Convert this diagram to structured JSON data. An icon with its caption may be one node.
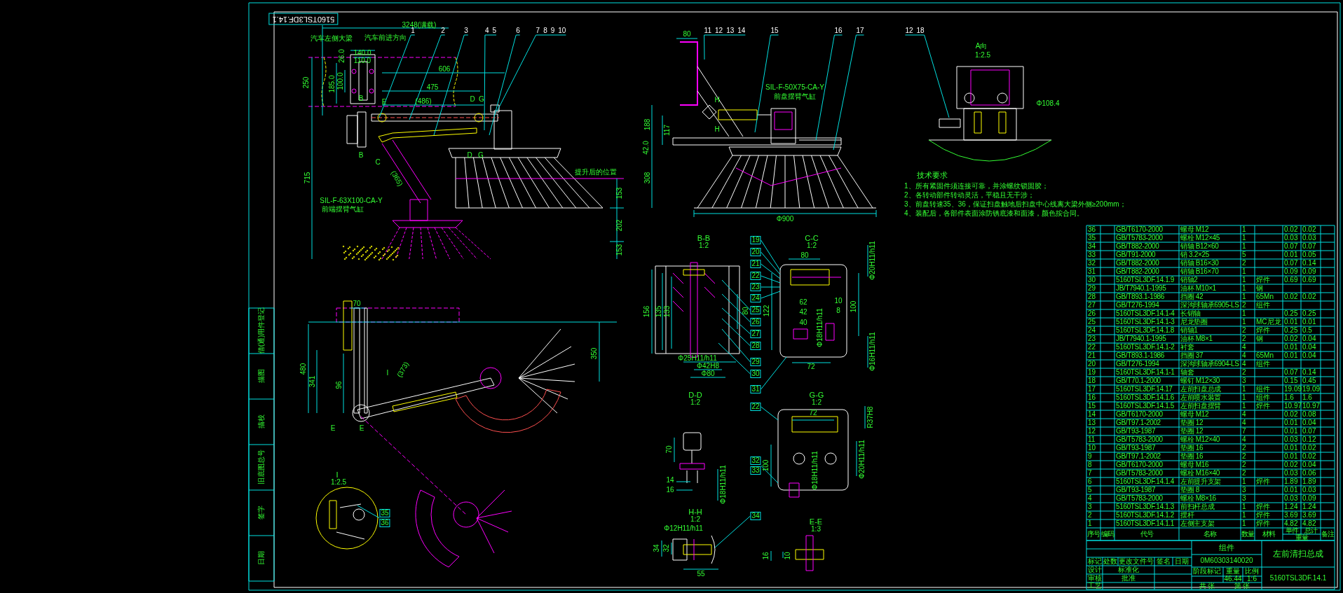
{
  "diagram": {
    "nodes": [
      {
        "text": [
          "1"
        ]
      },
      {
        "text": [
          "2"
        ]
      },
      {
        "text": [
          "3"
        ]
      },
      {
        "text": [
          "4",
          "5"
        ]
      },
      {
        "text": [
          "6"
        ]
      },
      {
        "text": [
          "7",
          "8",
          "9",
          "10"
        ]
      },
      {
        "text": [
          "11",
          "12",
          "13",
          "14"
        ]
      },
      {
        "text": [
          "15"
        ]
      },
      {
        "text": [
          "16"
        ]
      },
      {
        "text": [
          "17"
        ]
      },
      {
        "text": [
          "12",
          "18"
        ]
      },
      {
        "text": [
          "19"
        ]
      },
      {
        "text": [
          "20"
        ]
      },
      {
        "text": [
          "21"
        ]
      },
      {
        "text": [
          "22"
        ]
      },
      {
        "text": [
          "23"
        ]
      },
      {
        "text": [
          "24"
        ]
      },
      {
        "text": [
          "25"
        ]
      },
      {
        "text": [
          "26"
        ]
      },
      {
        "text": [
          "27"
        ]
      },
      {
        "text": [
          "28"
        ]
      },
      {
        "text": [
          "29"
        ]
      },
      {
        "text": [
          "30"
        ]
      },
      {
        "text": [
          "31"
        ]
      },
      {
        "text": [
          "22"
        ]
      },
      {
        "text": [
          "32",
          "33"
        ]
      },
      {
        "text": [
          "34"
        ]
      },
      {
        "text": [
          "35",
          "36"
        ]
      },
      {
        "text": [],
        "shape": "picture"
      },
      {
        "text": [],
        "shape": "picture"
      },
      {
        "text": [],
        "shape": "picture"
      }
    ],
    "edges": [
      {
        "from": 0,
        "to": null,
        "arrow": "none"
      },
      {
        "from": 1,
        "to": null,
        "arrow": "none"
      },
      {
        "from": 2,
        "to": null,
        "arrow": "none"
      },
      {
        "from": 3,
        "to": null,
        "arrow": "none"
      },
      {
        "from": 4,
        "to": null,
        "arrow": "none"
      },
      {
        "from": 5,
        "to": null,
        "arrow": "none"
      },
      {
        "from": 6,
        "to": null,
        "arrow": "none"
      },
      {
        "from": 7,
        "to": null,
        "arrow": "none"
      },
      {
        "from": 8,
        "to": null,
        "arrow": "none"
      },
      {
        "from": 9,
        "to": null,
        "arrow": "none"
      },
      {
        "from": 10,
        "to": null,
        "arrow": "none"
      },
      {
        "from": 11,
        "to": 28,
        "arrow": "none"
      },
      {
        "from": 12,
        "to": 28,
        "arrow": "none"
      },
      {
        "from": 13,
        "to": 28,
        "arrow": "none"
      },
      {
        "from": 14,
        "to": 28,
        "arrow": "none"
      },
      {
        "from": 15,
        "to": 28,
        "arrow": "none"
      },
      {
        "from": 16,
        "to": 28,
        "arrow": "none"
      },
      {
        "from": 17,
        "to": null,
        "arrow": "none"
      },
      {
        "from": 18,
        "to": null,
        "arrow": "none"
      },
      {
        "from": 19,
        "to": null,
        "arrow": "none"
      },
      {
        "from": 20,
        "to": null,
        "arrow": "none"
      },
      {
        "from": 21,
        "to": null,
        "arrow": "none"
      },
      {
        "from": 22,
        "to": null,
        "arrow": "none"
      },
      {
        "from": 23,
        "to": 28,
        "arrow": "none"
      },
      {
        "from": 24,
        "to": 29,
        "arrow": "none"
      },
      {
        "from": 25,
        "to": 29,
        "arrow": "none"
      },
      {
        "from": 26,
        "to": 30,
        "arrow": "none"
      },
      {
        "from": 27,
        "to": null,
        "arrow": "none"
      }
    ],
    "labels": [
      "5160TSL3DF.14.1",
      "3248(满载)",
      "汽车左侧大梁",
      "汽车前进方向",
      "140.0",
      "110.0",
      "26.0",
      "185.0",
      "100.0",
      "250",
      "606",
      "475",
      "(486)",
      "715",
      "(365)",
      "SIL-F-63X100-CA-Y",
      "前端摆臂气缸",
      "提升后的位置",
      "153",
      "202",
      "153",
      "B",
      "E",
      "D",
      "G",
      "B",
      "C",
      "D",
      "G",
      "80",
      "H",
      "SIL-F-50X75-CA-Y",
      "前盘摆臂气缸",
      "H",
      "188",
      "117",
      "42.0",
      "308",
      "Φ900",
      "A向",
      "1:2.5",
      "Φ108.4",
      "技术要求",
      "1、所有紧固件须连接可靠，并涂螺纹锁固胶；",
      "2、各转动部件转动灵活，平稳且无干涉；",
      "3、前盘转速35、36，保证扫盘触地后扫盘中心线离大梁外侧≥200mm；",
      "4、装配后，各部件表面涂防锈底漆和面漆，颜色按合同。",
      "70",
      "480",
      "341",
      "96",
      "I",
      "(373)",
      "350",
      "E",
      "E",
      "I",
      "1:2.5",
      "B-B",
      "1:2",
      "156",
      "135",
      "133",
      "80",
      "Φ25H11/h11",
      "Φ42H8",
      "Φ80",
      "C-C",
      "1:2",
      "80",
      "Φ20H11/h11",
      "62",
      "10",
      "42",
      "8",
      "40",
      "122",
      "Φ18H11/h11",
      "100",
      "Φ16H11/h11",
      "72",
      "D-D",
      "1:2",
      "70",
      "14",
      "16",
      "Φ18H11/h11",
      "G-G",
      "1:2",
      "72",
      "R37H8",
      "100",
      "Φ18H11/h11",
      "Φ20H11/h11",
      "H-H",
      "1:2",
      "Φ12H11/h11",
      "34",
      "32",
      "55",
      "E-E",
      "1:3",
      "16",
      "10",
      "序号",
      "编码",
      "代号",
      "名称",
      "数量",
      "材料",
      "单件",
      "总计",
      "重量",
      "备注",
      "36",
      "GB/T6170-2000",
      "螺母 M12",
      "1",
      "0.02",
      "0.02",
      "35",
      "GB/T5783-2000",
      "螺栓 M12×45",
      "1",
      "0.03",
      "0.03",
      "34",
      "GB/T882-2000",
      "销轴 B12×60",
      "1",
      "0.07",
      "0.07",
      "33",
      "GB/T91-2000",
      "销 3.2×25",
      "5",
      "0.01",
      "0.05",
      "32",
      "GB/T882-2000",
      "销轴 B16×30",
      "2",
      "0.07",
      "0.14",
      "31",
      "GB/T882-2000",
      "销轴 B16×70",
      "1",
      "0.09",
      "0.09",
      "30",
      "5160TSL3DF.14.1.9",
      "销轴2",
      "1",
      "焊件",
      "0.69",
      "0.69",
      "29",
      "JB/T7940.1-1995",
      "油杯 M10×1",
      "1",
      "钢",
      "28",
      "GB/T893.1-1986",
      "挡圈 42",
      "1",
      "65Mn",
      "0.02",
      "0.02",
      "27",
      "GB/T276-1994",
      "深沟球轴承6905-LS",
      "2",
      "组件",
      "26",
      "5160TSL3DF.14.1-4",
      "长销轴",
      "1",
      "0.25",
      "0.25",
      "25",
      "5160TSL3DF.14.1-3",
      "尼龙垫圈",
      "1",
      "MC尼龙",
      "0.01",
      "0.01",
      "24",
      "5160TSL3DF.14.1.8",
      "销轴1",
      "2",
      "焊件",
      "0.25",
      "0.5",
      "23",
      "JB/T7940.1-1995",
      "油杯 M8×1",
      "2",
      "钢",
      "0.02",
      "0.04",
      "22",
      "5160TSL3DF.14.1-2",
      "衬套",
      "4",
      "0.01",
      "0.04",
      "21",
      "GB/T893.1-1986",
      "挡圈 37",
      "4",
      "65Mn",
      "0.01",
      "0.04",
      "20",
      "GB/T276-1994",
      "深沟球轴承6904-LS",
      "4",
      "组件",
      "19",
      "5160TSL3DF.14.1-1",
      "轴套",
      "2",
      "0.07",
      "0.14",
      "18",
      "GB/T70.1-2000",
      "螺钉 M12×30",
      "3",
      "0.15",
      "0.45",
      "17",
      "5160TSL3DF.14.17",
      "左前扫盘总成",
      "1",
      "组件",
      "19.09",
      "19.09",
      "16",
      "5160TSL3DF.14.1.6",
      "左前喷水装置",
      "1",
      "组件",
      "1.6",
      "1.6",
      "15",
      "5160TSL3DF.14.1.5",
      "左前扫盘摆臂",
      "1",
      "焊件",
      "10.97",
      "10.97",
      "14",
      "GB/T6170-2000",
      "螺母 M12",
      "4",
      "0.02",
      "0.08",
      "13",
      "GB/T97.1-2002",
      "垫圈 12",
      "4",
      "0.01",
      "0.04",
      "12",
      "GB/T93-1987",
      "垫圈 12",
      "7",
      "0.01",
      "0.07",
      "11",
      "GB/T5783-2000",
      "螺栓 M12×40",
      "4",
      "0.03",
      "0.12",
      "10",
      "GB/T93-1987",
      "垫圈 16",
      "2",
      "0.01",
      "0.02",
      "9",
      "GB/T97.1-2002",
      "垫圈 16",
      "2",
      "0.01",
      "0.02",
      "8",
      "GB/T6170-2000",
      "螺母 M16",
      "2",
      "0.02",
      "0.04",
      "7",
      "GB/T5783-2000",
      "螺栓 M16×40",
      "2",
      "0.03",
      "0.06",
      "6",
      "5160TSL3DF.14.1.4",
      "左前提升支架",
      "1",
      "焊件",
      "1.89",
      "1.89",
      "5",
      "GB/T93-1987",
      "垫圈 8",
      "3",
      "0.01",
      "0.03",
      "4",
      "GB/T5783-2000",
      "螺栓 M8×16",
      "3",
      "0.03",
      "0.09",
      "3",
      "5160TSL3DF.14.1.3",
      "前扫杆总成",
      "1",
      "焊件",
      "1.24",
      "1.24",
      "2",
      "5160TSL3DF.14.1.2",
      "摆杆",
      "1",
      "焊件",
      "3.69",
      "3.69",
      "1",
      "5160TSL3DF.14.1.1",
      "左侧主支架",
      "1",
      "焊件",
      "4.82",
      "4.82",
      "组件",
      "0M60303140020",
      "左前清扫总成",
      "5160TSL3DF.14.1",
      "标记",
      "处数",
      "更改文件号",
      "签名",
      "日期",
      "设计",
      "审核",
      "工艺",
      "标准化",
      "批准",
      "阶段标记",
      "重量",
      "比例",
      "46.44",
      "1:6",
      "共 张",
      "第 张",
      "借(通)用件登记",
      "描图",
      "描校",
      "旧底图总号",
      "签字",
      "日期"
    ]
  }
}
